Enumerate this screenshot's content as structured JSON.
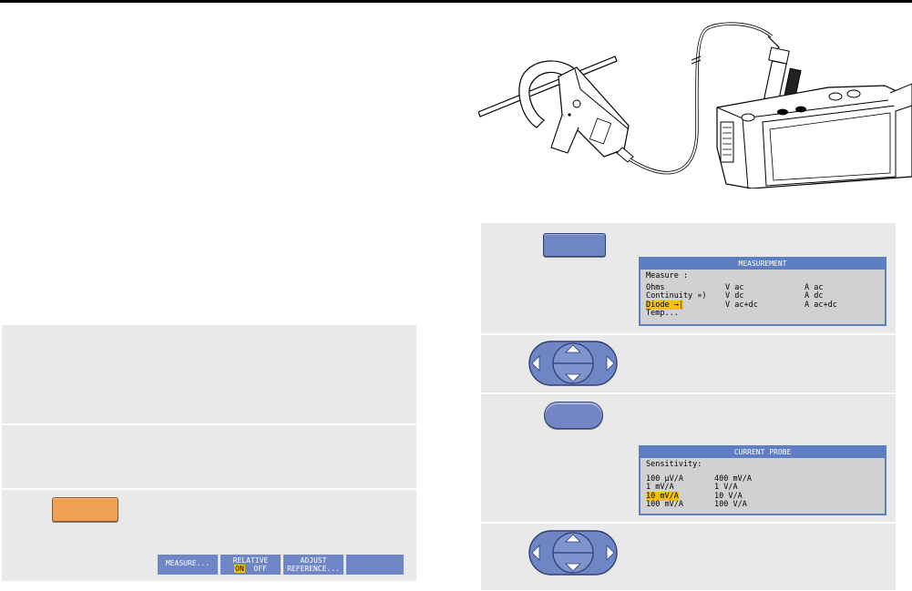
{
  "left_steps": {
    "step3_softkeys": {
      "measure": "MEASURE...",
      "relative": "RELATIVE",
      "relative_on": "ON",
      "relative_off": "OFF",
      "adjust_line1": "ADJUST",
      "adjust_line2": "REFERENCE..."
    }
  },
  "measurement_menu": {
    "title": "MEASUREMENT",
    "heading": "Measure :",
    "rows": [
      [
        "Ohms",
        "V ac",
        "A ac"
      ],
      [
        "Continuity »)",
        "V dc",
        "A dc"
      ],
      [
        "Diode →|",
        "V ac+dc",
        "A ac+dc"
      ],
      [
        "Temp...",
        "",
        ""
      ]
    ]
  },
  "current_probe_menu": {
    "title": "CURRENT PROBE",
    "heading": "Sensitivity:",
    "rows": [
      [
        "100 µV/A",
        "400 mV/A"
      ],
      [
        "1 mV/A",
        "1 V/A"
      ],
      [
        "10 mV/A",
        "10 V/A"
      ],
      [
        "100 mV/A",
        "100 V/A"
      ]
    ]
  },
  "colors": {
    "panel": "#e9e9e9",
    "accent_blue": "#6e86c6",
    "orange_key": "#f0a052",
    "highlight": "#f3c200"
  },
  "icons": {
    "illustration": "current-clamp-connected-to-meter",
    "nav_pad": "four-arrow-navigation-pad"
  }
}
